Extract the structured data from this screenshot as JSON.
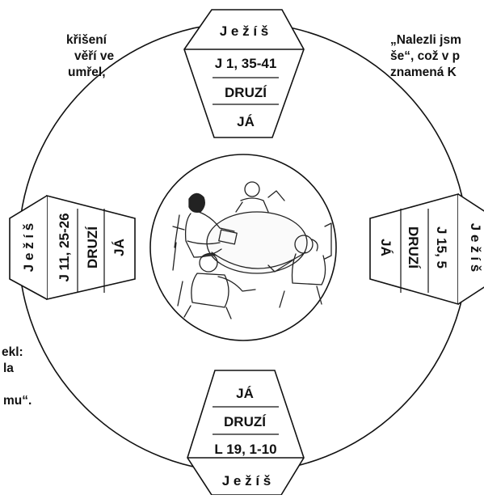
{
  "quotes": {
    "top_left": [
      "křišení",
      "věří ve",
      "umřel,"
    ],
    "top_right": [
      "„Nalezli jsm",
      "še“, což v p",
      "znamená K"
    ],
    "bottom_left": [
      "ekl:",
      "la",
      "",
      "mu“."
    ]
  },
  "cards": {
    "top": {
      "name": "J e ž í š",
      "reference": "J 1, 35-41",
      "others": "DRUZÍ",
      "self": "JÁ"
    },
    "left": {
      "name": "J e ž í š",
      "reference": "J 11, 25-26",
      "others": "DRUZÍ",
      "self": "JÁ"
    },
    "right": {
      "name": "J e ž í š",
      "reference": "J 15, 5",
      "others": "DRUZÍ",
      "self": "JÁ"
    },
    "bottom": {
      "name": "J e ž í š",
      "reference": "L 19, 1-10",
      "others": "DRUZÍ",
      "self": "JÁ"
    }
  },
  "center_image": {
    "description_icon": "people-at-round-table-sketch"
  }
}
